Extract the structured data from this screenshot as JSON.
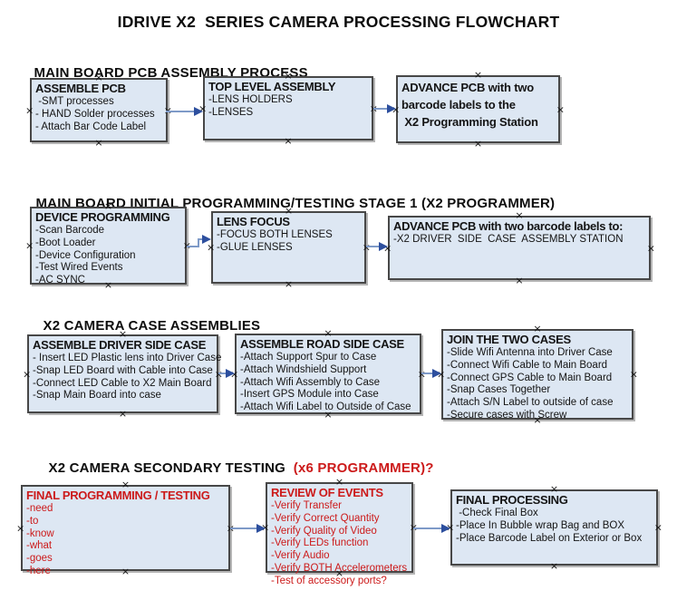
{
  "title": "IDRIVE X2  SERIES CAMERA PROCESSING FLOWCHART",
  "handle_glyph": "×",
  "colors": {
    "box_fill": "#dde7f3",
    "box_border": "#474747",
    "arrow_line": "#7e9ac8",
    "arrow_head": "#2d4f9e",
    "red_text": "#cc1a1a",
    "black_text": "#141414"
  },
  "sections": [
    {
      "heading": "MAIN BOARD PCB ASSEMBLY PROCESS",
      "boxes": [
        {
          "title": "ASSEMBLE PCB",
          "lines": [
            " -SMT processes",
            "- HAND Solder processes",
            "- Attach Bar Code Label"
          ]
        },
        {
          "title": "TOP LEVEL ASSEMBLY",
          "lines": [
            "-LENS HOLDERS",
            "-LENSES"
          ]
        },
        {
          "title": "",
          "lines": [
            "ADVANCE PCB with two",
            "barcode labels to the",
            " X2 Programming Station"
          ]
        }
      ]
    },
    {
      "heading": "MAIN BOARD INITIAL PROGRAMMING/TESTING STAGE 1 (X2 PROGRAMMER)",
      "boxes": [
        {
          "title": "DEVICE PROGRAMMING",
          "lines": [
            "-Scan Barcode",
            "-Boot Loader",
            "-Device Configuration",
            "-Test Wired Events",
            "-AC SYNC"
          ]
        },
        {
          "title": "LENS FOCUS",
          "lines": [
            "-FOCUS BOTH LENSES",
            "-GLUE LENSES"
          ]
        },
        {
          "title": "ADVANCE PCB with two barcode labels to:",
          "lines": [
            "-X2 DRIVER  SIDE  CASE  ASSEMBLY STATION"
          ]
        }
      ]
    },
    {
      "heading": "X2 CAMERA CASE ASSEMBLIES",
      "boxes": [
        {
          "title": "ASSEMBLE DRIVER SIDE CASE",
          "lines": [
            "- Insert LED Plastic lens into Driver Case",
            "-Snap LED Board with Cable into Case",
            "-Connect LED Cable to X2 Main Board",
            "-Snap Main Board into case"
          ]
        },
        {
          "title": "ASSEMBLE ROAD SIDE CASE",
          "lines": [
            "-Attach Support Spur to Case",
            "-Attach Windshield Support",
            "-Attach Wifi Assembly to Case",
            "-Insert GPS Module into Case",
            "-Attach Wifi Label to Outside of Case"
          ]
        },
        {
          "title": "JOIN THE TWO CASES",
          "lines": [
            "-Slide Wifi Antenna into Driver Case",
            "-Connect Wifi Cable to Main Board",
            "-Connect GPS Cable to Main Board",
            "-Snap Cases Together",
            "-Attach S/N Label to outside of case",
            "-Secure cases with Screw"
          ]
        }
      ]
    },
    {
      "heading": "X2 CAMERA SECONDARY TESTING ",
      "heading_red": " (x6 PROGRAMMER)?",
      "boxes": [
        {
          "title": "FINAL PROGRAMMING / TESTING",
          "lines": [
            "-need",
            "-to",
            "-know",
            "-what",
            "-goes",
            "-here"
          ]
        },
        {
          "title": "REVIEW OF EVENTS",
          "lines": [
            "-Verify Transfer",
            "-Verify Correct Quantity",
            "-Verify Quality of Video",
            "-Verify LEDs function",
            "-Verify Audio",
            "-Verify BOTH Accelerometers",
            "-Test of accessory ports?"
          ]
        },
        {
          "title": "FINAL PROCESSING",
          "lines": [
            " -Check Final Box",
            "-Place In Bubble wrap Bag and BOX",
            "-Place Barcode Label on Exterior or Box"
          ]
        }
      ]
    }
  ]
}
